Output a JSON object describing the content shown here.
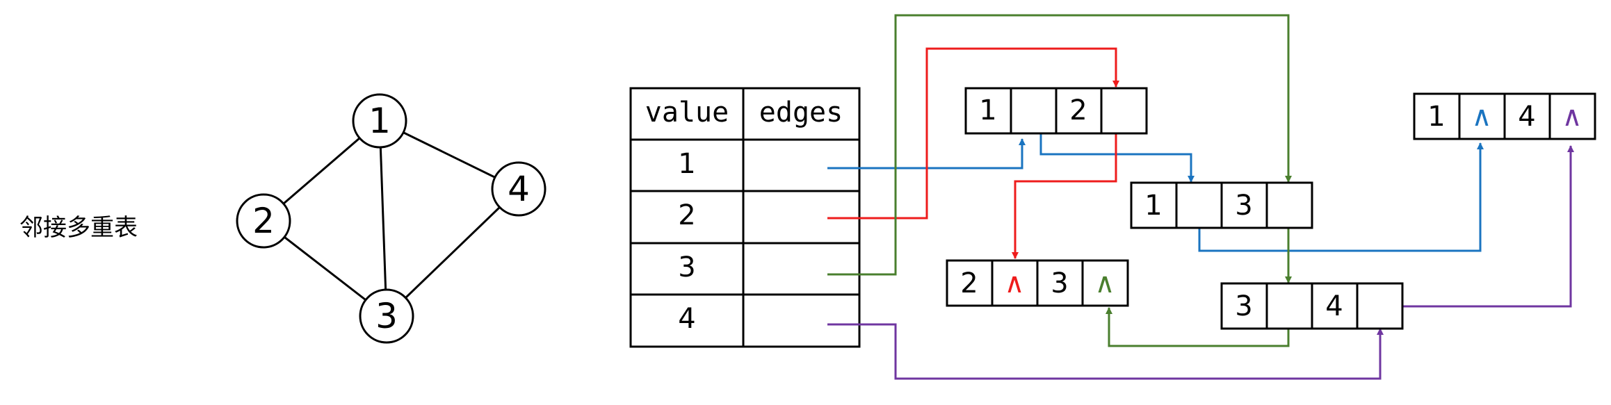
{
  "title": "邻接多重表",
  "graph": {
    "vertices": [
      {
        "id": "v1",
        "label": "1"
      },
      {
        "id": "v2",
        "label": "2"
      },
      {
        "id": "v3",
        "label": "3"
      },
      {
        "id": "v4",
        "label": "4"
      }
    ],
    "edges": [
      [
        "1",
        "2"
      ],
      [
        "1",
        "3"
      ],
      [
        "1",
        "4"
      ],
      [
        "2",
        "3"
      ],
      [
        "3",
        "4"
      ]
    ]
  },
  "vertex_table": {
    "headers": [
      "value",
      "edges"
    ],
    "rows": [
      {
        "value": "1"
      },
      {
        "value": "2"
      },
      {
        "value": "3"
      },
      {
        "value": "4"
      }
    ]
  },
  "edge_nodes": [
    {
      "id": "e12",
      "ivex": "1",
      "jvex": "2",
      "ilink": "",
      "jlink": ""
    },
    {
      "id": "e13",
      "ivex": "1",
      "jvex": "3",
      "ilink": "",
      "jlink": ""
    },
    {
      "id": "e23",
      "ivex": "2",
      "jvex": "3",
      "ilink": "∧",
      "jlink": "∧"
    },
    {
      "id": "e34",
      "ivex": "3",
      "jvex": "4",
      "ilink": "",
      "jlink": ""
    },
    {
      "id": "e14",
      "ivex": "1",
      "jvex": "4",
      "ilink": "∧",
      "jlink": "∧"
    }
  ],
  "colors": {
    "vertex1": "#1a74c0",
    "vertex2": "#ee1c1c",
    "vertex3": "#4a7f2e",
    "vertex4": "#6f36a0"
  }
}
